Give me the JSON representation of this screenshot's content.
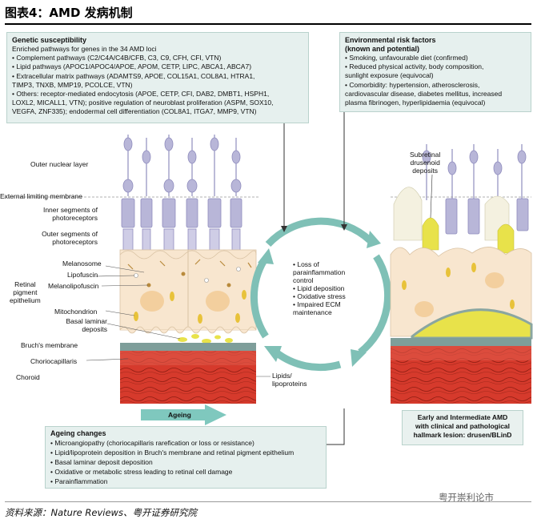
{
  "title": "图表4：AMD 发病机制",
  "genetic_box": {
    "heading": "Genetic susceptibility",
    "lines": [
      "Enriched pathways for genes in the 34 AMD loci",
      "• Complement pathways (C2/C4A/C4B/CFB, C3, C9, CFH, CFI, VTN)",
      "• Lipid pathways (APOC1/APOC4/APOE, APOM, CETP, LIPC, ABCA1, ABCA7)",
      "• Extracellular matrix pathways (ADAMTS9, APOE, COL15A1, COL8A1, HTRA1,",
      "   TIMP3, TNXB, MMP19, PCOLCE, VTN)",
      "• Others: receptor-mediated endocytosis (APOE, CETP, CFI, DAB2, DMBT1, HSPH1,",
      "   LOXL2, MICALL1, VTN); positive regulation of neuroblast proliferation (ASPM, SOX10,",
      "   VEGFA, ZNF335); endodermal cell differentiation (COL8A1, ITGA7, MMP9, VTN)"
    ]
  },
  "env_box": {
    "heading1": "Environmental risk factors",
    "heading2": "(known and potential)",
    "lines": [
      "• Smoking, unfavourable diet (confirmed)",
      "• Reduced physical activity, body composition,",
      "   sunlight exposure (equivocal)",
      "• Comorbidity: hypertension, atherosclerosis,",
      "   cardiovascular disease, diabetes mellitus, increased",
      "   plasma fibrinogen, hyperlipidaemia (equivocal)"
    ]
  },
  "ageing_box": {
    "heading": "Ageing changes",
    "lines": [
      "• Microangiopathy (choriocapillaris rarefication or loss or resistance)",
      "• Lipid/lipoprotein deposition in Bruch's membrane and retinal pigment epithelium",
      "• Basal laminar deposit deposition",
      "• Oxidative or metabolic stress leading to retinal cell damage",
      "• Parainflammation"
    ]
  },
  "amd_box": {
    "lines": [
      "Early and Intermediate AMD",
      "with clinical and pathological",
      "hallmark lesion: drusen/BLinD"
    ]
  },
  "cycle_items": [
    "• Loss of",
    "  parainflammation",
    "  control",
    "• Lipid deposition",
    "• Oxidative stress",
    "• Impaired ECM",
    "  maintenance"
  ],
  "labels": {
    "outer_nuclear": "Outer nuclear layer",
    "elm": "External limiting membrane",
    "inner_seg_1": "Inner segments of",
    "inner_seg_2": "photoreceptors",
    "outer_seg_1": "Outer segments of",
    "outer_seg_2": "photoreceptors",
    "melanosome": "Melanosome",
    "lipofuscin": "Lipofuscin",
    "melanolipofuscin": "Melanolipofuscin",
    "rpe_1": "Retinal",
    "rpe_2": "pigment",
    "rpe_3": "epithelium",
    "mitochondrion": "Mitochondrion",
    "basal_1": "Basal laminar",
    "basal_2": "deposits",
    "bruchs": "Bruch's membrane",
    "chorio": "Choriocapillaris",
    "choroid": "Choroid",
    "lipids_1": "Lipids/",
    "lipids_2": "lipoproteins",
    "ageing_arrow": "Ageing",
    "subretinal_1": "Subretinal",
    "subretinal_2": "drusenoid",
    "subretinal_3": "deposits"
  },
  "footer": "资料来源：Nature Reviews、粤开证券研究院",
  "watermark": "粤开崇利论市",
  "colors": {
    "box_bg": "#e6f0ee",
    "cycle": "#7fc0b6",
    "photoreceptor": "#b8b6d8",
    "rpe": "#f8e6cf",
    "bruch": "#7e9e9a",
    "choroid": "#d63a2c",
    "drusen": "#e6df6a"
  }
}
